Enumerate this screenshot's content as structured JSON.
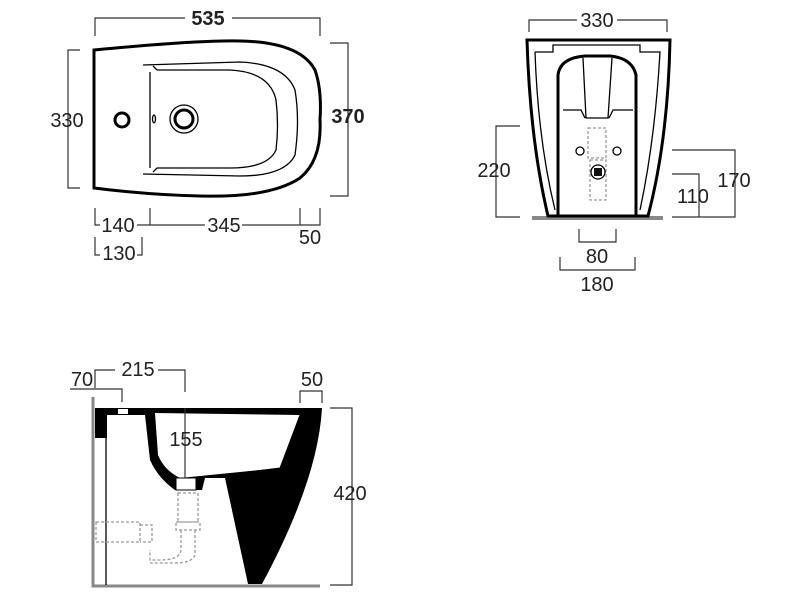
{
  "top_view": {
    "length": "535",
    "width_inner": "330",
    "width_outer": "370",
    "d140": "140",
    "d345": "345",
    "d50": "50",
    "d130": "130"
  },
  "front_view": {
    "width": "330",
    "h220": "220",
    "h170": "170",
    "h110": "110",
    "w80": "80",
    "w180": "180"
  },
  "side_view": {
    "d70": "70",
    "d215": "215",
    "d50": "50",
    "d155": "155",
    "h420": "420"
  },
  "colors": {
    "line": "#000000",
    "dimension": "#333333",
    "floor": "#888888",
    "hidden": "#999999"
  }
}
